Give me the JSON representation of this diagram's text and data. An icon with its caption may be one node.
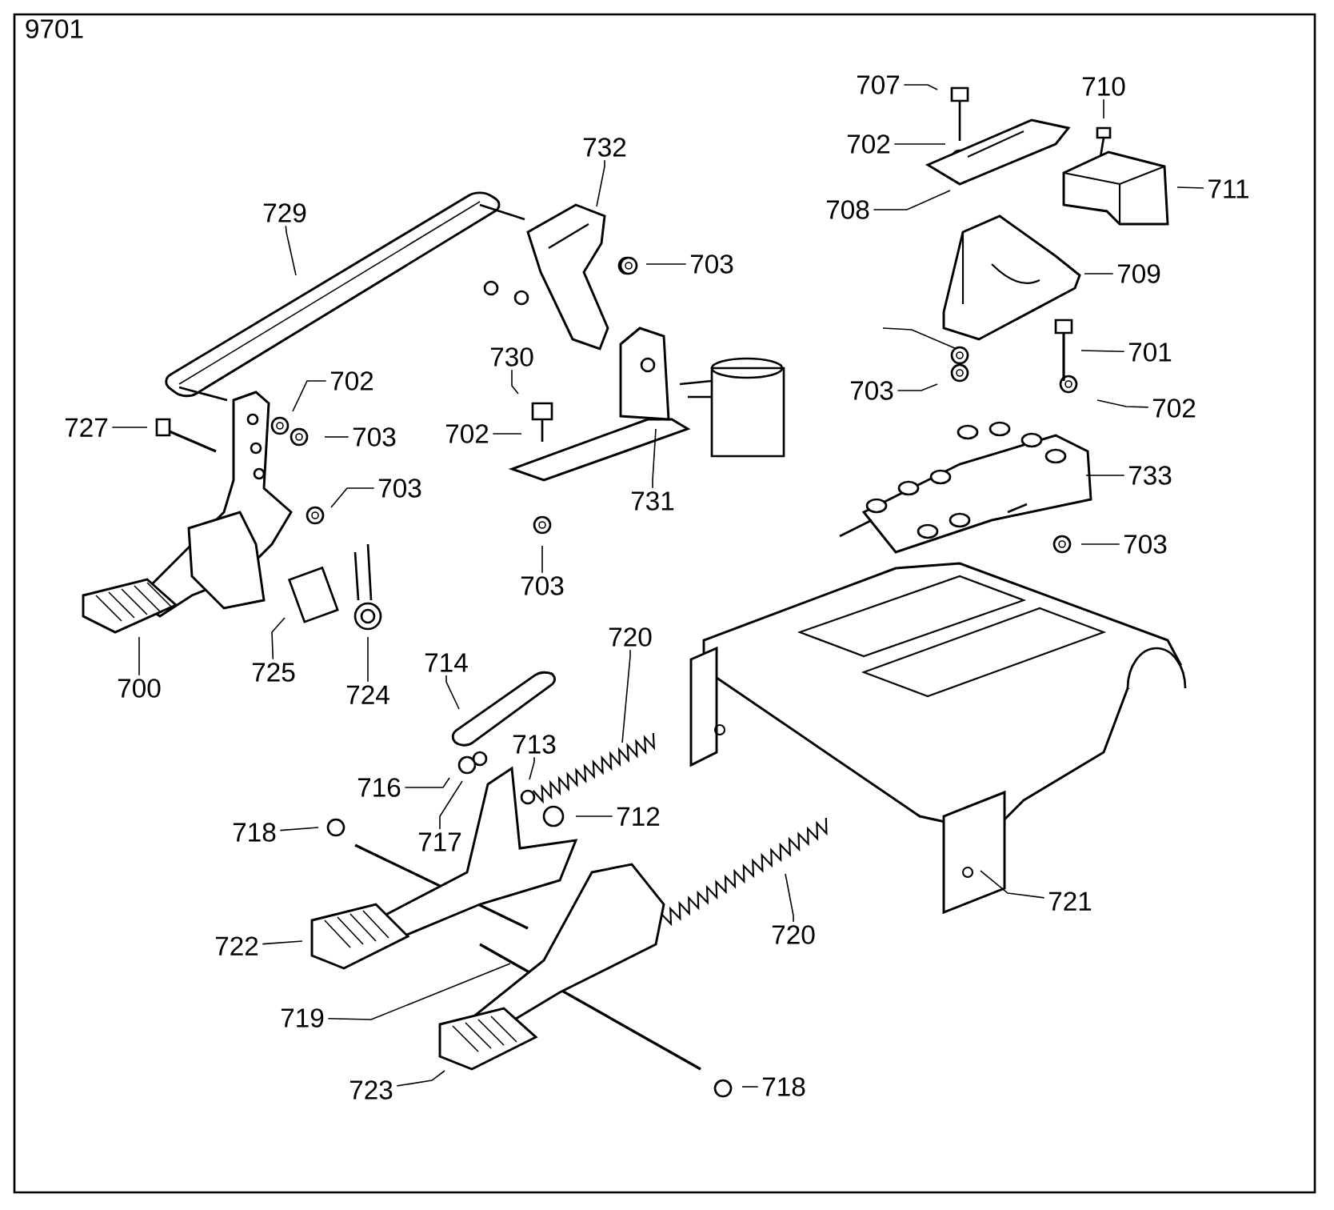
{
  "diagram": {
    "nodes": [
      {
        "text": [
          "729"
        ]
      },
      {
        "text": [
          "732"
        ]
      },
      {
        "text": [
          "703"
        ]
      },
      {
        "text": [
          "702"
        ]
      },
      {
        "text": [
          "703"
        ]
      },
      {
        "text": [
          "727"
        ]
      },
      {
        "text": [
          "703"
        ]
      },
      {
        "text": [
          "730"
        ]
      },
      {
        "text": [
          "702"
        ]
      },
      {
        "text": [
          "731"
        ]
      },
      {
        "text": [
          "703"
        ]
      },
      {
        "text": [
          "707"
        ]
      },
      {
        "text": [
          "702"
        ]
      },
      {
        "text": [
          "708"
        ]
      },
      {
        "text": [
          "710"
        ]
      },
      {
        "text": [
          "711"
        ]
      },
      {
        "text": [
          "709"
        ]
      },
      {
        "text": [
          "703"
        ]
      },
      {
        "text": [
          "701"
        ]
      },
      {
        "text": [
          "702"
        ]
      },
      {
        "text": [
          "733"
        ]
      },
      {
        "text": [
          "703"
        ]
      },
      {
        "text": [
          "700"
        ]
      },
      {
        "text": [
          "725"
        ]
      },
      {
        "text": [
          "724"
        ]
      },
      {
        "text": [
          "714"
        ]
      },
      {
        "text": [
          "720"
        ]
      },
      {
        "text": [
          "713"
        ]
      },
      {
        "text": [
          "716"
        ]
      },
      {
        "text": [
          "717"
        ]
      },
      {
        "text": [
          "718"
        ]
      },
      {
        "text": [
          "712"
        ]
      },
      {
        "text": [
          "720"
        ]
      },
      {
        "text": [
          "721"
        ]
      },
      {
        "text": [
          "722"
        ]
      },
      {
        "text": [
          "719"
        ]
      },
      {
        "text": [
          "723"
        ]
      },
      {
        "text": [
          "718"
        ]
      }
    ],
    "edges": [
      {
        "from": 0,
        "to": null,
        "arrow": "none"
      },
      {
        "from": 1,
        "to": null,
        "arrow": "none"
      },
      {
        "from": 2,
        "to": null,
        "arrow": "none"
      },
      {
        "from": 3,
        "to": null,
        "arrow": "none"
      },
      {
        "from": 4,
        "to": null,
        "arrow": "none"
      },
      {
        "from": 5,
        "to": null,
        "arrow": "none"
      },
      {
        "from": 6,
        "to": null,
        "arrow": "none"
      },
      {
        "from": 7,
        "to": null,
        "arrow": "none"
      },
      {
        "from": 8,
        "to": null,
        "arrow": "none"
      },
      {
        "from": 9,
        "to": null,
        "arrow": "none"
      },
      {
        "from": 10,
        "to": null,
        "arrow": "none"
      },
      {
        "from": 11,
        "to": null,
        "arrow": "none"
      },
      {
        "from": 12,
        "to": null,
        "arrow": "none"
      },
      {
        "from": 13,
        "to": null,
        "arrow": "none"
      },
      {
        "from": 14,
        "to": null,
        "arrow": "none"
      },
      {
        "from": 15,
        "to": null,
        "arrow": "none"
      },
      {
        "from": 16,
        "to": null,
        "arrow": "none"
      },
      {
        "from": 17,
        "to": null,
        "arrow": "none"
      },
      {
        "from": 18,
        "to": null,
        "arrow": "none"
      },
      {
        "from": 19,
        "to": null,
        "arrow": "none"
      },
      {
        "from": 20,
        "to": null,
        "arrow": "none"
      },
      {
        "from": 21,
        "to": null,
        "arrow": "none"
      },
      {
        "from": 22,
        "to": null,
        "arrow": "none"
      },
      {
        "from": 23,
        "to": null,
        "arrow": "none"
      },
      {
        "from": 24,
        "to": null,
        "arrow": "none"
      },
      {
        "from": 25,
        "to": null,
        "arrow": "none"
      },
      {
        "from": 26,
        "to": null,
        "arrow": "none"
      },
      {
        "from": 27,
        "to": null,
        "arrow": "none"
      },
      {
        "from": 28,
        "to": null,
        "arrow": "none"
      },
      {
        "from": 29,
        "to": null,
        "arrow": "none"
      },
      {
        "from": 30,
        "to": null,
        "arrow": "none"
      },
      {
        "from": 31,
        "to": null,
        "arrow": "none"
      },
      {
        "from": 32,
        "to": null,
        "arrow": "none"
      },
      {
        "from": 33,
        "to": null,
        "arrow": "none"
      },
      {
        "from": 34,
        "to": null,
        "arrow": "none"
      },
      {
        "from": 35,
        "to": null,
        "arrow": "none"
      },
      {
        "from": 36,
        "to": null,
        "arrow": "none"
      },
      {
        "from": 37,
        "to": null,
        "arrow": "none"
      }
    ],
    "labels": [
      "9701"
    ]
  }
}
